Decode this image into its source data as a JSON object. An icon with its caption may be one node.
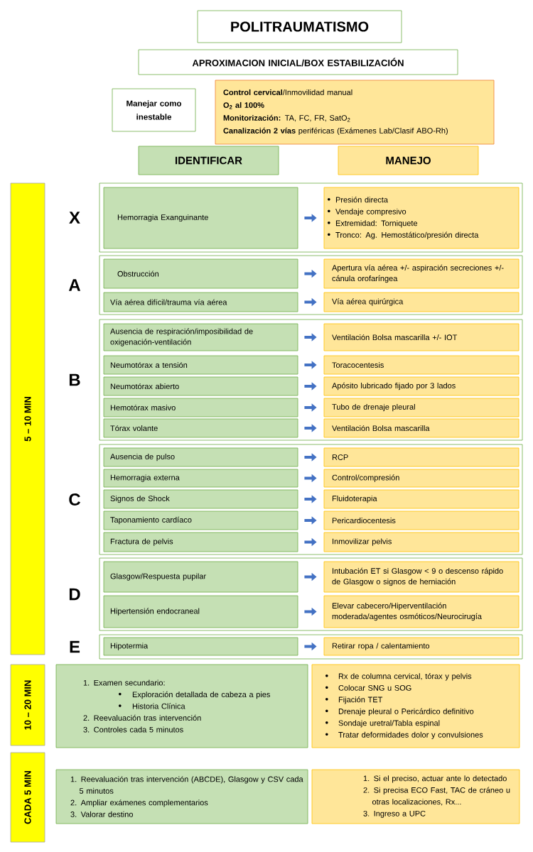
{
  "diagram": {
    "title": "POLITRAUMATISMO",
    "nodes": [
      {
        "text": [
          "APROXIMACION INICIAL/BOX ESTABILIZACIÓN"
        ]
      },
      {
        "text": [
          "Manejar como inestable"
        ]
      },
      {
        "text": [
          "**Control cervical**/Inmovilidad manual",
          "**O$_{2}$ al 100%**",
          "**Monitorización:** TA, FC, FR, SatO$_{2}$",
          "**Canalización 2 vías** periféricas (Exámenes Lab/Clasif ABO-Rh)"
        ]
      },
      {
        "text": [
          "IDENTIFICAR"
        ]
      },
      {
        "text": [
          "MANEJO"
        ]
      },
      {
        "text": [
          "5 – 10 MIN"
        ]
      },
      {
        "text": [],
        "shape": "box",
        "beside": [
          "X"
        ]
      },
      {
        "text": [
          "Hemorragia Exanguinante"
        ],
        "in": 6
      },
      {
        "text": [
          "Presión directa",
          "Vendaje compresivo",
          "Extremidad: Torniquete",
          "Tronco: Ag. Hemostático/presión directa"
        ],
        "in": 6
      },
      {
        "text": [],
        "shape": "box",
        "beside": [
          "A"
        ]
      },
      {
        "text": [
          "Obstrucción"
        ],
        "in": 9
      },
      {
        "text": [
          "Apertura vía aérea +/- aspiración secreciones +/- cánula orofaríngea"
        ],
        "in": 9
      },
      {
        "text": [
          "Vía aérea difícil/trauma vía aérea"
        ],
        "in": 9
      },
      {
        "text": [
          "Vía aérea quirúrgica"
        ],
        "in": 9
      },
      {
        "text": [],
        "shape": "box",
        "beside": [
          "B"
        ]
      },
      {
        "text": [
          "Ausencia de respiración/imposibilidad de oxigenación-ventilación"
        ],
        "in": 14
      },
      {
        "text": [
          "Ventilación Bolsa mascarilla +/- IOT"
        ],
        "in": 14
      },
      {
        "text": [
          "Neumotórax a tensión"
        ],
        "in": 14
      },
      {
        "text": [
          "Toracocentesis"
        ],
        "in": 14
      },
      {
        "text": [
          "Neumotórax abierto"
        ],
        "in": 14
      },
      {
        "text": [
          "Apósito lubricado fijado por 3 lados"
        ],
        "in": 14
      },
      {
        "text": [
          "Hemotórax masivo"
        ],
        "in": 14
      },
      {
        "text": [
          "Tubo de drenaje pleural"
        ],
        "in": 14
      },
      {
        "text": [
          "Tórax volante"
        ],
        "in": 14
      },
      {
        "text": [
          "Ventilación Bolsa mascarilla"
        ],
        "in": 14
      },
      {
        "text": [],
        "shape": "box",
        "beside": [
          "C"
        ]
      },
      {
        "text": [
          "Ausencia de pulso"
        ],
        "in": 25
      },
      {
        "text": [
          "RCP"
        ],
        "in": 25
      },
      {
        "text": [
          "Hemorragia externa"
        ],
        "in": 25
      },
      {
        "text": [
          "Control/compresión"
        ],
        "in": 25
      },
      {
        "text": [
          "Signos de Shock"
        ],
        "in": 25
      },
      {
        "text": [
          "Fluidoterapia"
        ],
        "in": 25
      },
      {
        "text": [
          "Taponamiento cardíaco"
        ],
        "in": 25
      },
      {
        "text": [
          "Pericardiocentesis"
        ],
        "in": 25
      },
      {
        "text": [
          "Fractura de pelvis"
        ],
        "in": 25
      },
      {
        "text": [
          "Inmovilizar pelvis"
        ],
        "in": 25
      },
      {
        "text": [],
        "shape": "box",
        "beside": [
          "D"
        ]
      },
      {
        "text": [
          "Glasgow/Respuesta pupilar"
        ],
        "in": 36
      },
      {
        "text": [
          "Intubación ET si Glasgow < 9 o descenso rápido de Glasgow o signos de herniación"
        ],
        "in": 36
      },
      {
        "text": [
          "Hipertensión endocraneal"
        ],
        "in": 36
      },
      {
        "text": [
          "Elevar cabecero/Hiperventilación moderada/agentes osmóticos/Neurocirugía"
        ],
        "in": 36
      },
      {
        "text": [],
        "shape": "box",
        "beside": [
          "E"
        ]
      },
      {
        "text": [
          "Hipotermia"
        ],
        "in": 41
      },
      {
        "text": [
          "Retirar ropa / calentamiento"
        ],
        "in": 41
      },
      {
        "text": [
          "10 – 20 MIN"
        ]
      },
      {
        "text": [
          "1. Examen secundario:",
          "Exploración detallada de cabeza a pies",
          "Historia Clínica",
          "2. Reevaluación tras intervención",
          "3. Controles cada 5 minutos"
        ]
      },
      {
        "text": [
          "Rx de columna cervical, tórax y pelvis",
          "Colocar SNG u SOG",
          "Fijación TET",
          "Drenaje pleural o Pericárdico definitivo",
          "Sondaje uretral/Tabla espinal",
          "Tratar deformidades dolor y convulsiones"
        ]
      },
      {
        "text": [
          "CADA 5 MIN"
        ]
      },
      {
        "text": [
          "1. Reevaluación tras intervención (ABCDE), Glasgow y CSV cada 5 minutos",
          "2. Ampliar exámenes complementarios",
          "3. Valorar destino"
        ]
      },
      {
        "text": [
          "1. Si el preciso, actuar ante lo detectado",
          "2. Si precisa ECO Fast, TAC de cráneo u otras localizaciones, Rx...",
          "3. Ingreso a UPC"
        ]
      }
    ],
    "edges": [
      {
        "from": 7,
        "to": 8,
        "arrow": "to"
      },
      {
        "from": 10,
        "to": 11,
        "arrow": "to"
      },
      {
        "from": 12,
        "to": 13,
        "arrow": "to"
      },
      {
        "from": 15,
        "to": 16,
        "arrow": "to"
      },
      {
        "from": 17,
        "to": 18,
        "arrow": "to"
      },
      {
        "from": 19,
        "to": 20,
        "arrow": "to"
      },
      {
        "from": 21,
        "to": 22,
        "arrow": "to"
      },
      {
        "from": 23,
        "to": 24,
        "arrow": "to"
      },
      {
        "from": 26,
        "to": 27,
        "arrow": "to"
      },
      {
        "from": 28,
        "to": 29,
        "arrow": "to"
      },
      {
        "from": 30,
        "to": 31,
        "arrow": "to"
      },
      {
        "from": 32,
        "to": 33,
        "arrow": "to"
      },
      {
        "from": 34,
        "to": 35,
        "arrow": "to"
      },
      {
        "from": 37,
        "to": 38,
        "arrow": "to"
      },
      {
        "from": 39,
        "to": 40,
        "arrow": "to"
      },
      {
        "from": 42,
        "to": 43,
        "arrow": "to"
      }
    ]
  }
}
